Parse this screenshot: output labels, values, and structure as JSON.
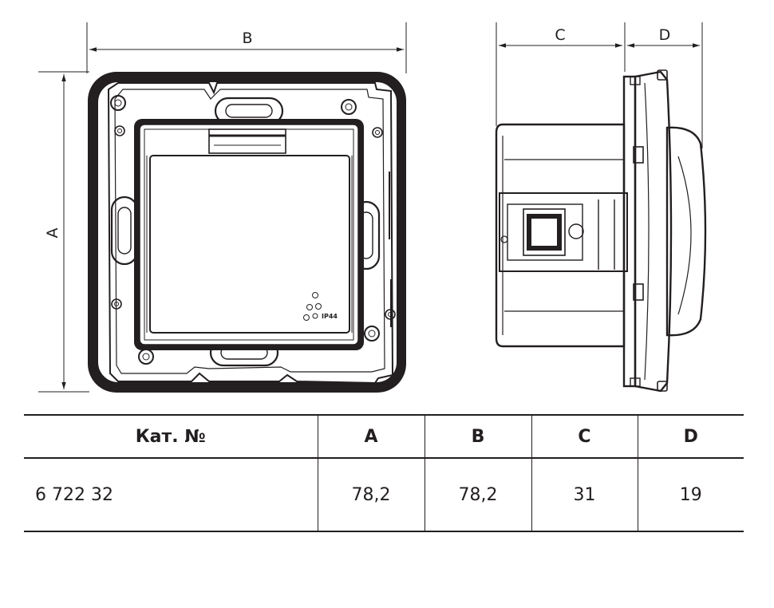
{
  "drawing": {
    "dimension_labels": {
      "a": "A",
      "b": "B",
      "c": "C",
      "d": "D"
    },
    "ip_marking": "IP44"
  },
  "table": {
    "headers": [
      "Кат. №",
      "A",
      "B",
      "C",
      "D"
    ],
    "rows": [
      [
        "6 722 32",
        "78,2",
        "78,2",
        "31",
        "19"
      ]
    ]
  }
}
